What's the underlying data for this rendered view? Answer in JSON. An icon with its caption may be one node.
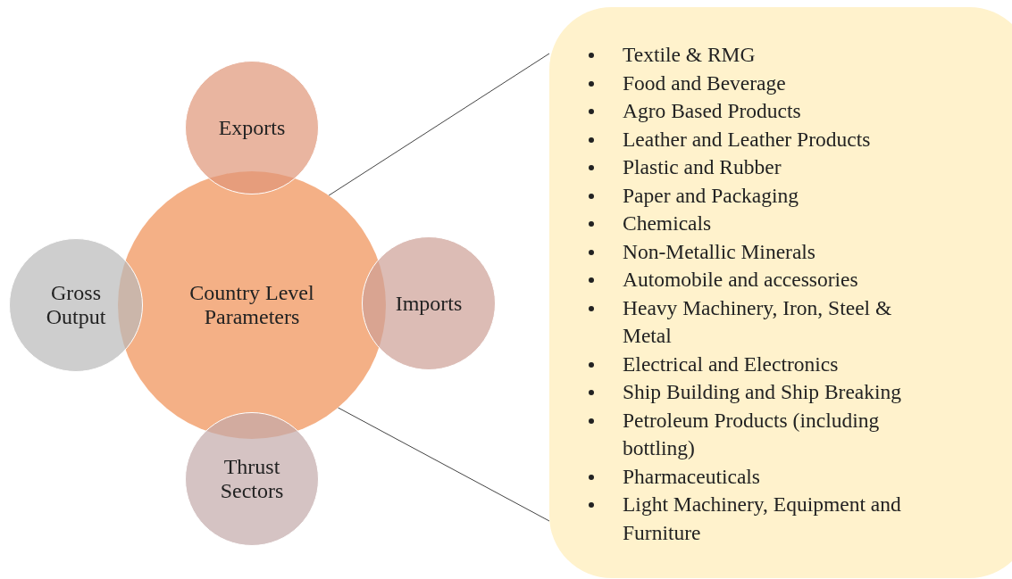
{
  "diagram": {
    "nodes": [
      {
        "text": [
          "Country Level Parameters"
        ]
      },
      {
        "text": [
          "Exports"
        ]
      },
      {
        "text": [
          "Gross Output"
        ]
      },
      {
        "text": [
          "Imports"
        ]
      },
      {
        "text": [
          "Thrust Sectors"
        ]
      },
      {
        "text": [
          "Textile & RMG",
          "Food and Beverage",
          "Agro Based Products",
          "Leather and Leather Products",
          "Plastic and Rubber",
          "Paper and Packaging",
          "Chemicals",
          "Non-Metallic Minerals",
          "Automobile and accessories",
          "Heavy Machinery, Iron, Steel & Metal",
          "Electrical and Electronics",
          "Ship Building and Ship Breaking",
          "Petroleum Products (including bottling)",
          "Pharmaceuticals",
          "Light Machinery, Equipment and Furniture"
        ]
      }
    ],
    "edges": [
      {
        "from": 0,
        "to": 5,
        "arrow": "none"
      },
      {
        "from": 0,
        "to": 5,
        "arrow": "none"
      }
    ]
  }
}
